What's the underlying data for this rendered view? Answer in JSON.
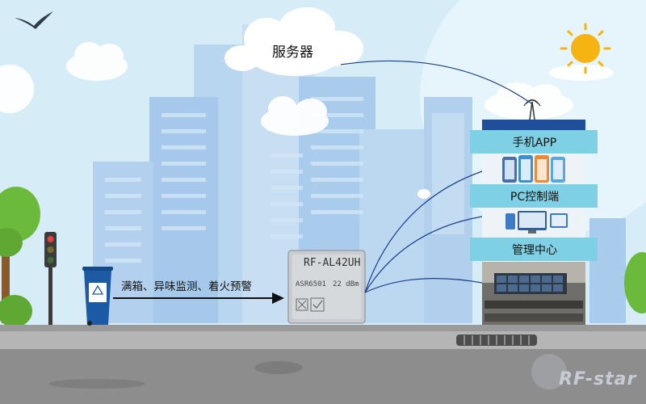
{
  "diagram": {
    "server_label": "服务器",
    "panels": [
      {
        "id": "app",
        "label": "手机APP"
      },
      {
        "id": "pc",
        "label": "PC控制端"
      },
      {
        "id": "center",
        "label": "管理中心"
      }
    ],
    "flow_label": "满箱、异味监测、着火预警",
    "module": {
      "brand": "RF-AL42UH",
      "chip": "ASR6501",
      "power": "22 dBm"
    },
    "watermark": "RF-star"
  },
  "colors": {
    "sky": "#d4ecf7",
    "building_blue": "#a9ccec",
    "building_light": "#c3dcf2",
    "panel_bar": "#7ed0e4",
    "panel_dark": "#1f4f9a",
    "link_line": "#1c3f8c",
    "road": "#8b8b8b",
    "grass": "#6cba3c",
    "bin": "#1c5aa3",
    "sun": "#f6b413"
  }
}
